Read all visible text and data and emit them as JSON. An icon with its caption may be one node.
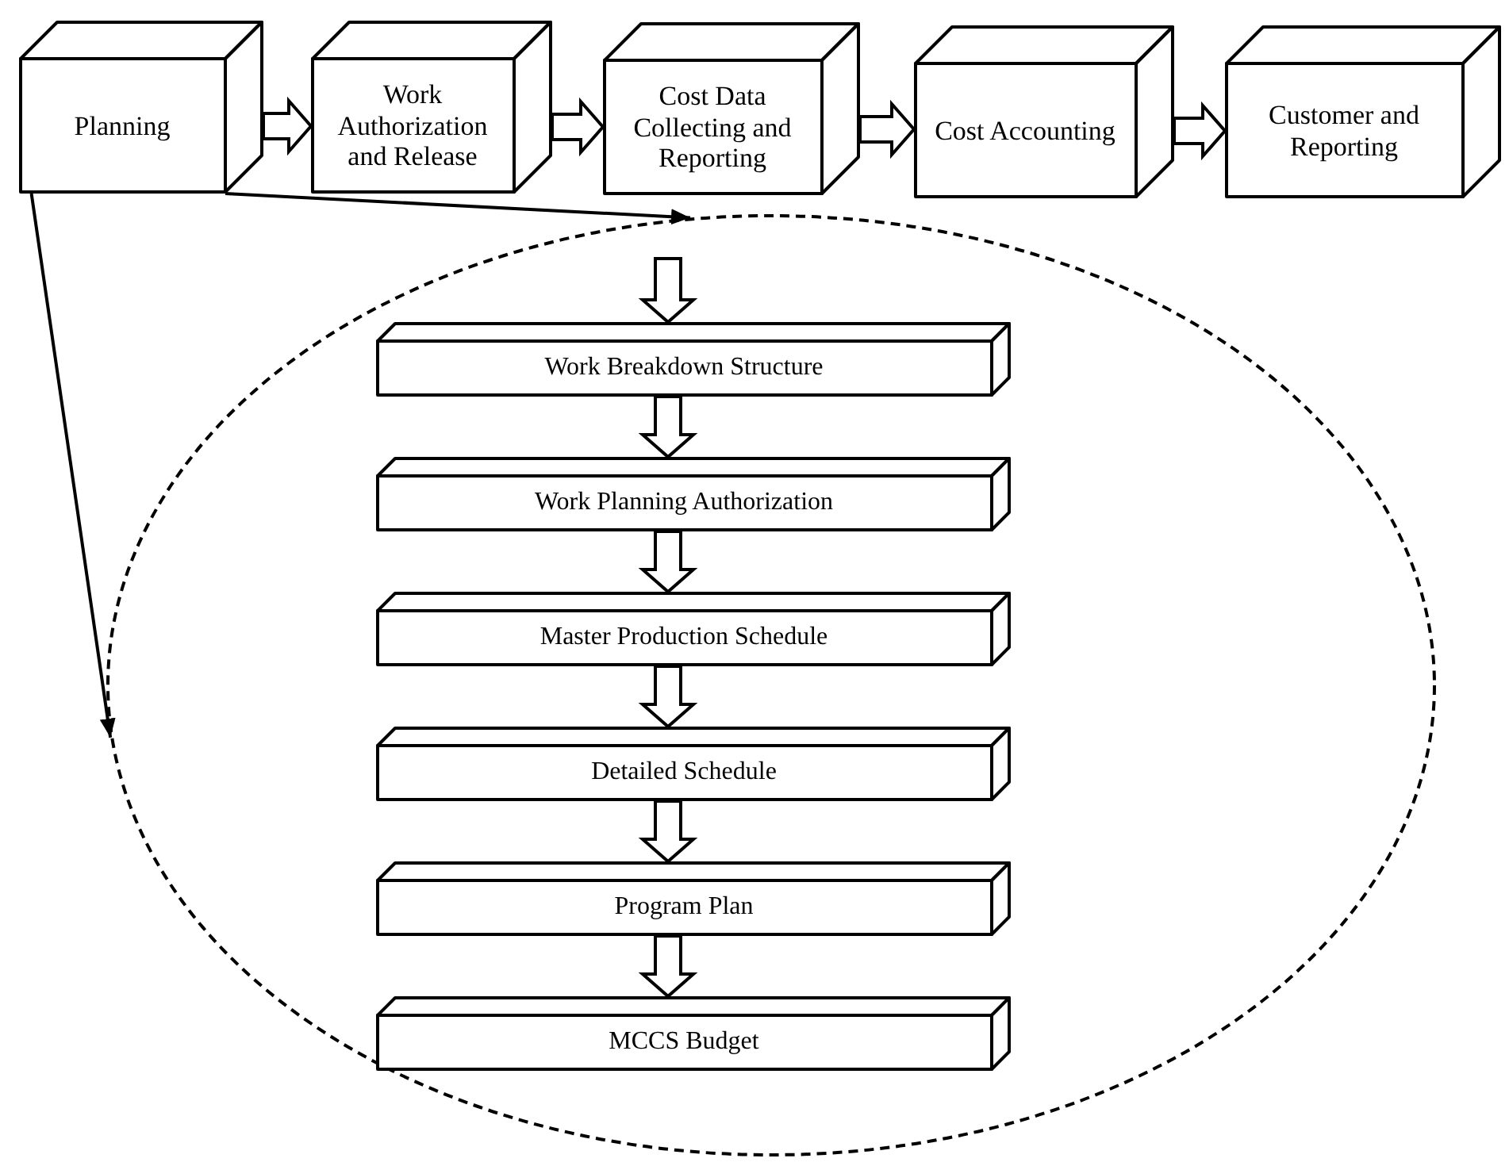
{
  "diagram": {
    "nodes": [
      {
        "text": [
          "Planning"
        ]
      },
      {
        "text": [
          "Work Authorization and Release"
        ]
      },
      {
        "text": [
          "Cost Data Collecting and Reporting"
        ]
      },
      {
        "text": [
          "Cost Accounting"
        ]
      },
      {
        "text": [
          "Customer and Reporting"
        ]
      },
      {
        "text": [],
        "shape": "circle"
      },
      {
        "text": [
          "Work Breakdown Structure"
        ],
        "in": 5
      },
      {
        "text": [
          "Work Planning Authorization"
        ],
        "in": 5
      },
      {
        "text": [
          "Master Production Schedule"
        ],
        "in": 5
      },
      {
        "text": [
          "Detailed Schedule"
        ],
        "in": 5
      },
      {
        "text": [
          "Program Plan"
        ],
        "in": 5
      },
      {
        "text": [
          "MCCS Budget"
        ],
        "in": 5
      }
    ],
    "edges": [
      {
        "from": 0,
        "to": 1,
        "arrow": "to",
        "style": "thick"
      },
      {
        "from": 1,
        "to": 2,
        "arrow": "to",
        "style": "thick"
      },
      {
        "from": 2,
        "to": 3,
        "arrow": "to",
        "style": "thick"
      },
      {
        "from": 3,
        "to": 4,
        "arrow": "to",
        "style": "thick"
      },
      {
        "from": 0,
        "to": 5,
        "arrow": "to"
      },
      {
        "from": 0,
        "to": 5,
        "arrow": "to"
      },
      {
        "from": null,
        "to": 6,
        "arrow": "to",
        "style": "thick"
      },
      {
        "from": 6,
        "to": 7,
        "arrow": "to",
        "style": "thick"
      },
      {
        "from": 7,
        "to": 8,
        "arrow": "to",
        "style": "thick"
      },
      {
        "from": 8,
        "to": 9,
        "arrow": "to",
        "style": "thick"
      },
      {
        "from": 9,
        "to": 10,
        "arrow": "to",
        "style": "thick"
      },
      {
        "from": 10,
        "to": 11,
        "arrow": "to",
        "style": "thick"
      }
    ]
  }
}
